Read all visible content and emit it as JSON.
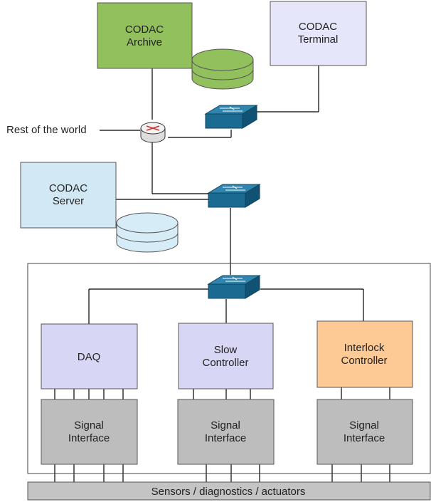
{
  "colors": {
    "archive": "#92c05c",
    "terminal": "#e6e6fa",
    "server": "#d2e8f5",
    "daq": "#d7d7f5",
    "slow": "#d7d7f5",
    "interlock": "#fdca96",
    "signal": "#bdbdbd",
    "sensors": "#c4c4c4",
    "switch": "#1a6a91",
    "storage_green": "#92c05c",
    "storage_blue": "#d6ecf6"
  },
  "nodes": {
    "archive": {
      "line1": "CODAC",
      "line2": "Archive"
    },
    "terminal": {
      "line1": "CODAC",
      "line2": "Terminal"
    },
    "server": {
      "line1": "CODAC",
      "line2": "Server"
    },
    "world": {
      "label": "Rest of the world"
    },
    "daq": {
      "label": "DAQ"
    },
    "slow": {
      "line1": "Slow",
      "line2": "Controller"
    },
    "interlock": {
      "line1": "Interlock",
      "line2": "Controller"
    },
    "signal": {
      "line1": "Signal",
      "line2": "Interface"
    },
    "sensors": {
      "label": "Sensors / diagnostics / actuators"
    }
  },
  "icons": {
    "router": "router-icon",
    "switch": "network-switch-icon",
    "storage": "database-icon"
  }
}
